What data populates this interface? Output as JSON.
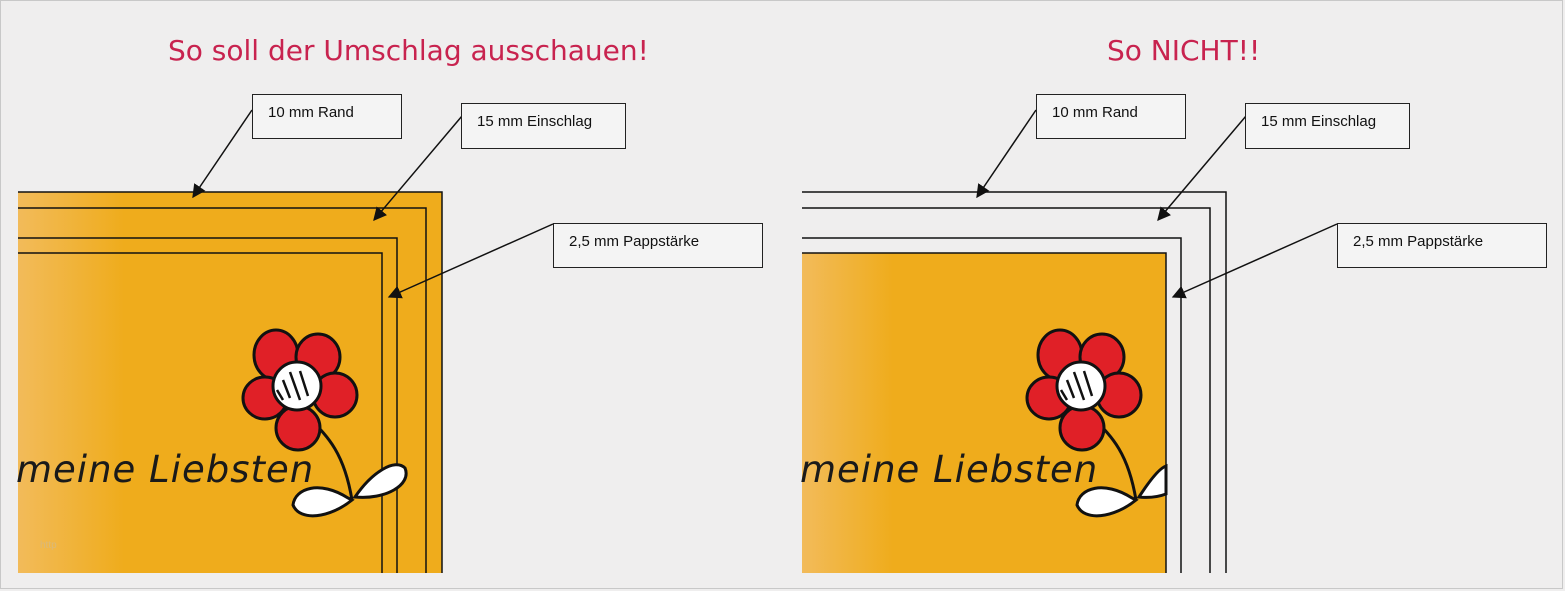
{
  "headings": {
    "left": "So soll der Umschlag ausschauen!",
    "right": "So NICHT!!"
  },
  "labels": {
    "rand": "10 mm Rand",
    "einschlag": "15 mm Einschlag",
    "pappe": "2,5 mm Pappstärke"
  },
  "card_text": "meine Liebsten",
  "watermark": "http",
  "colors": {
    "heading": "#c8234f",
    "card_orange": "#efac1c",
    "flower_red": "#e02027",
    "outline": "#111111"
  }
}
